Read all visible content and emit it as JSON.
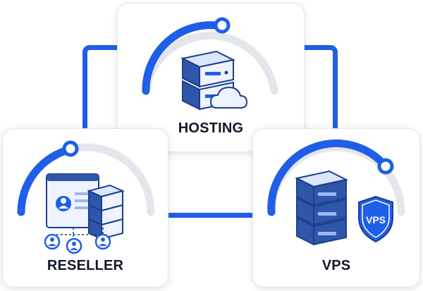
{
  "colors": {
    "accent": "#1f5ee8",
    "accent_dark": "#1b3e8f",
    "track": "#e3e6ea",
    "server_body": "#3a5a9c",
    "server_face": "#eef3ff"
  },
  "cards": {
    "hosting": {
      "label": "HOSTING",
      "icon": "server-cloud-icon"
    },
    "reseller": {
      "label": "RESELLER",
      "icon": "reseller-dashboard-icon"
    },
    "vps": {
      "label": "VPS",
      "icon": "vps-shield-icon",
      "badge": "VPS"
    }
  }
}
